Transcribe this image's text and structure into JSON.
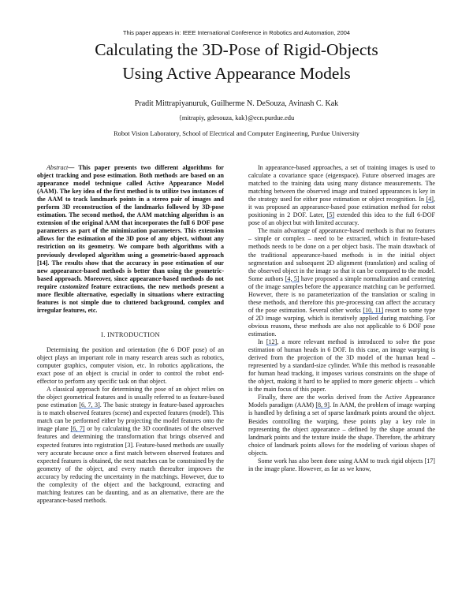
{
  "header_note": "This paper appears in: IEEE International Conference in Robotics and Automation, 2004",
  "title_line1": "Calculating the 3D-Pose of Rigid-Objects",
  "title_line2": "Using Active Appearance Models",
  "authors": "Pradit Mittrapiyanuruk, Guilherme N. DeSouza, Avinash C. Kak",
  "emails": "{mitrapiy, gdesouza, kak}@ecn.purdue.edu",
  "affiliation": "Robot Vision Laboratory, School of Electrical and Computer Engineering, Purdue University",
  "abstract": {
    "label": "Abstract",
    "part1": "— This paper presents two different algorithms for object tracking and pose estimation. Both methods are based on an appearance model technique called Active Appearance Model (AAM). The key idea of the first method is to utilize two instances of the AAM to track landmark points in a stereo pair of images and perform 3D reconstruction of the landmarks followed by 3D-pose estimation. The second method, the AAM matching algorithm is an extension of the original AAM that incorporates the full 6 DOF pose parameters as part of the minimization parameters. This extension allows for the estimation of the 3D pose of any object, without any restriction on its geometry. We compare both algorithms with a previously developed algorithm using a geometric-based approach [14]. The results show that the accuracy in pose estimation of our new appearance-based methods is better than using the geometric-based approach. Moreover, since appearance-based methods do not require ",
    "emph": "customized",
    "part2": " feature extractions, the new methods present a more flexible alternative, especially in situations where extracting features is not simple due to cluttered background, complex and irregular features, etc."
  },
  "intro_heading": "I. INTRODUCTION",
  "left_paragraphs": {
    "p1": "Determining the position and orientation (the 6 DOF pose) of an object plays an important role in many research areas such as robotics, computer graphics, computer vision, etc. In robotics applications, the exact pose of an object is crucial in order to control the robot end-effector to perform any specific task on that object.",
    "p2a": "A classical approach for determining the pose of an object relies on the object geometrical features and is usually referred to as feature-based pose estimation ",
    "p2_ref1": "[6, 7, 3]",
    "p2b": ". The basic strategy in feature-based approaches is to match observed features (scene) and expected features (model). This match can be performed either by projecting the model features onto the image plane ",
    "p2_ref2": "[6, 7]",
    "p2c": " or by calculating the 3D coordinates of the observed features and determining the transformation that brings observed and expected features into registration [3]. Feature-based methods are usually very accurate because once a first match between observed features and expected features is obtained, the next matches can be constrained by the geometry of the object, and every match thereafter improves the accuracy by reducing the uncertainty in the matchings. However, due to the complexity of the object and the background, extracting and matching features can be daunting, and as an alternative, there are the appearance-based methods."
  },
  "right_paragraphs": {
    "p1a": "In appearance-based approaches, a set of training images is used to calculate a covariance space (eigenspace). Future observed images are matched to the training data using many distance measurements. The matching between the observed image and trained appearances is key in the strategy used for either pose estimation or object recognition. In ",
    "p1_ref1": "[4]",
    "p1b": ", it was proposed an appearance-based pose estimation method for robot positioning in 2 DOF. Later, ",
    "p1_ref2": "[5]",
    "p1c": " extended this idea to the full 6-DOF pose of an object but with limited accuracy.",
    "p2a": "The main advantage of appearance-based methods is that no features – simple or complex – need to be extracted, which in feature-based methods needs to be done on a per object basis. The main drawback of the traditional appearance-based methods is in the initial object segmentation and subsequent 2D alignment (translation) and scaling of the observed object in the image so that it can be compared to the model. Some authors ",
    "p2_ref1": "[4, 5]",
    "p2b": " have proposed a simple normalization and centering of the image samples before the appearance matching can be performed. However, there is no parameterization of the translation or scaling in these methods, and therefore this pre-processing can affect the accuracy of the pose estimation. Several other works ",
    "p2_ref2": "[10, 11]",
    "p2c": " resort to some type of 2D image warping, which is iteratively applied during matching. For obvious reasons, these methods are also not applicable to 6 DOF pose estimation.",
    "p3a": "In ",
    "p3_ref1": "[12]",
    "p3b": ", a more relevant method is introduced to solve the pose estimation of human heads in 6 DOF. In this case, an image warping is derived from the projection of the 3D model of the human head – represented by a standard-size cylinder. While this method is reasonable for human head tracking, it imposes various constraints on the shape of the object, making it hard to be applied to more generic objects – which is the main focus of this paper.",
    "p4a": "Finally, there are the works derived from the Active Appearance Models paradigm (AAM) ",
    "p4_ref1": "[8, 9]",
    "p4b": ". In AAM, the problem of image warping is handled by defining a set of sparse landmark points around the object. Besides controlling the warping, these points play a key role in representing the object appearance – defined by the shape around the landmark points and the texture inside the shape. Therefore, the arbitrary choice of landmark points allows for the modeling of various shapes of objects.",
    "p5": "Some work has also been done using AAM to track rigid objects [17] in the image plane. However, as far as we know,"
  }
}
